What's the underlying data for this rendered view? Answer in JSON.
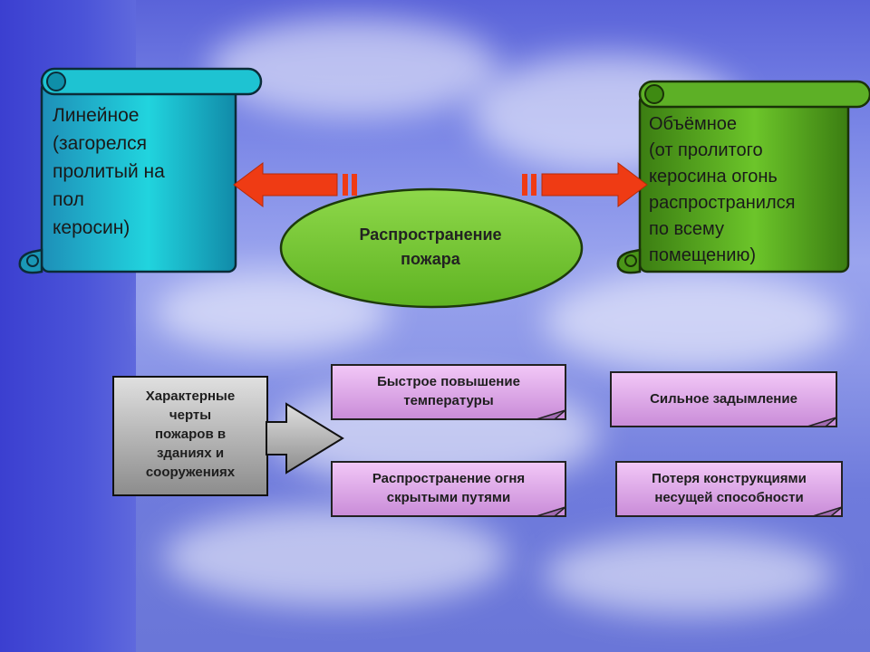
{
  "scrolls": {
    "left": {
      "text": "  Линейное\n(загорелся\nпролитый на\nпол\n керосин)",
      "color": "#1fb2c6"
    },
    "right": {
      "text": "  Объёмное\n(от пролитого\nкеросина огонь\nраспространился\nпо всему\nпомещению)",
      "color": "#4f9a15"
    }
  },
  "center": {
    "text": "Распространение\nпожара",
    "color": "#77c93a"
  },
  "features": {
    "label": "Характерные\nчерты\n пожаров в\nзданиях и\nсооружениях",
    "items": [
      "Быстрое повышение\nтемпературы",
      "Сильное задымление",
      "Распространение огня\nскрытыми путями",
      "Потеря конструкциями\nнесущей способности"
    ]
  },
  "colors": {
    "arrow": "#ef3b14",
    "box_fill": "#dca6e6",
    "label_fill": "#9a9a9a"
  }
}
